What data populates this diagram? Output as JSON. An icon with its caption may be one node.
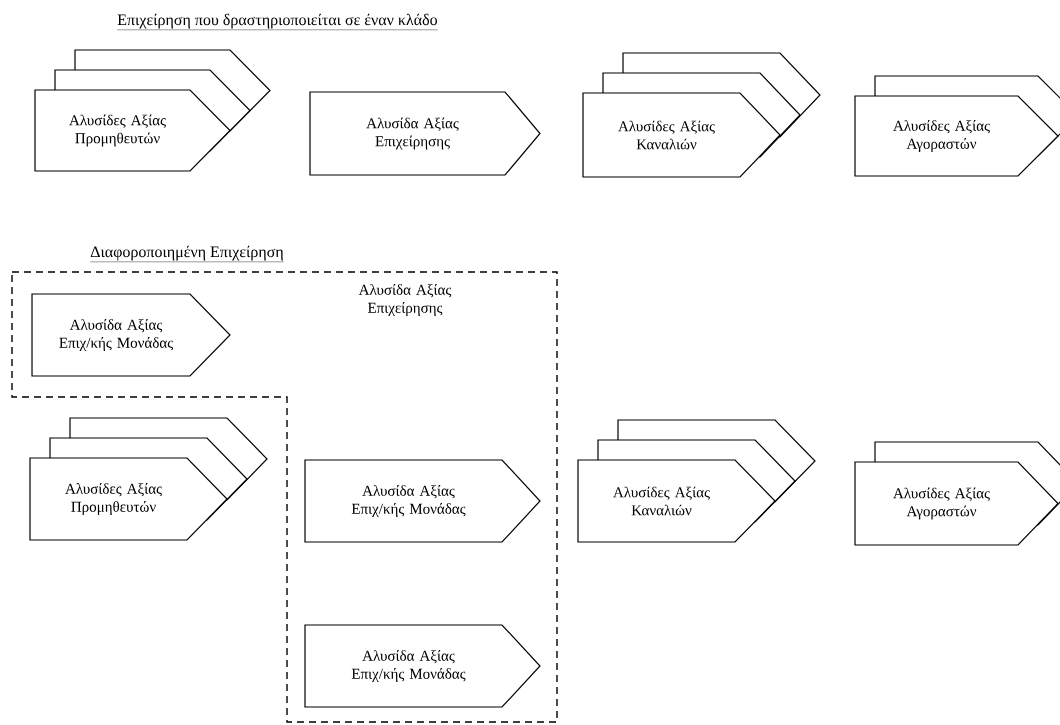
{
  "diagram": {
    "title": "Επιχείρηση που δραστηριοποιείται σε έναν κλάδο",
    "nodes": [
      {
        "text": [
          "Αλυσίδες Αξίας Προμηθευτών"
        ]
      },
      {
        "text": [
          "Αλυσίδα Αξίας Επιχείρησης"
        ]
      },
      {
        "text": [
          "Αλυσίδες Αξίας Καναλιών"
        ]
      },
      {
        "text": [
          "Αλυσίδες Αξίας Αγοραστών"
        ]
      },
      {
        "text": [
          "Αλυσίδα Αξίας Επιχείρησης"
        ]
      },
      {
        "text": [
          "Αλυσίδα Αξίας Επιχ/κής Μονάδας"
        ],
        "in": 4
      },
      {
        "text": [
          "Αλυσίδες Αξίας Προμηθευτών"
        ]
      },
      {
        "text": [
          "Αλυσίδα Αξίας Επιχ/κής Μονάδας"
        ],
        "in": 4
      },
      {
        "text": [
          "Αλυσίδες Αξίας Καναλιών"
        ]
      },
      {
        "text": [
          "Αλυσίδες Αξίας Αγοραστών"
        ]
      },
      {
        "text": [
          "Αλυσίδα Αξίας Επιχ/κής Μονάδας"
        ],
        "in": 4
      }
    ],
    "labels": [
      "Διαφοροποιημένη Επιχείρηση"
    ]
  }
}
